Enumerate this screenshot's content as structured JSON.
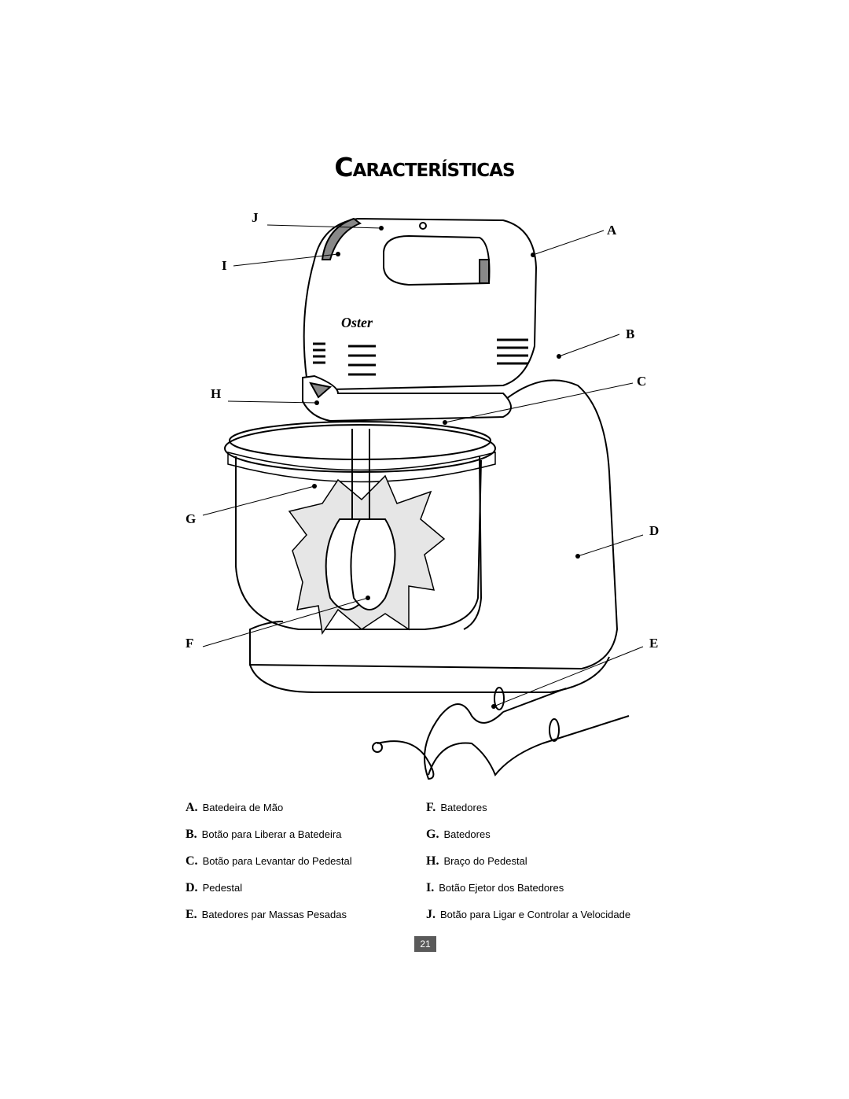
{
  "title": "Características",
  "brand_logo": "Oster",
  "callouts": {
    "A": "A",
    "B": "B",
    "C": "C",
    "D": "D",
    "E": "E",
    "F": "F",
    "G": "G",
    "H": "H",
    "I": "I",
    "J": "J"
  },
  "legend": {
    "left": [
      {
        "letter": "A.",
        "text": "Batedeira de Mão"
      },
      {
        "letter": "B.",
        "text": "Botão para Liberar a Batedeira"
      },
      {
        "letter": "C.",
        "text": "Botão para Levantar do Pedestal"
      },
      {
        "letter": "D.",
        "text": "Pedestal"
      },
      {
        "letter": "E.",
        "text": "Batedores par Massas Pesadas"
      }
    ],
    "right": [
      {
        "letter": "F.",
        "text": "Batedores"
      },
      {
        "letter": "G.",
        "text": "Batedores"
      },
      {
        "letter": "H.",
        "text": "Braço do Pedestal"
      },
      {
        "letter": "I.",
        "text": "Botão Ejetor dos Batedores"
      },
      {
        "letter": "J.",
        "text": "Botão para Ligar e Controlar a Velocidade"
      }
    ]
  },
  "page_number": "21"
}
